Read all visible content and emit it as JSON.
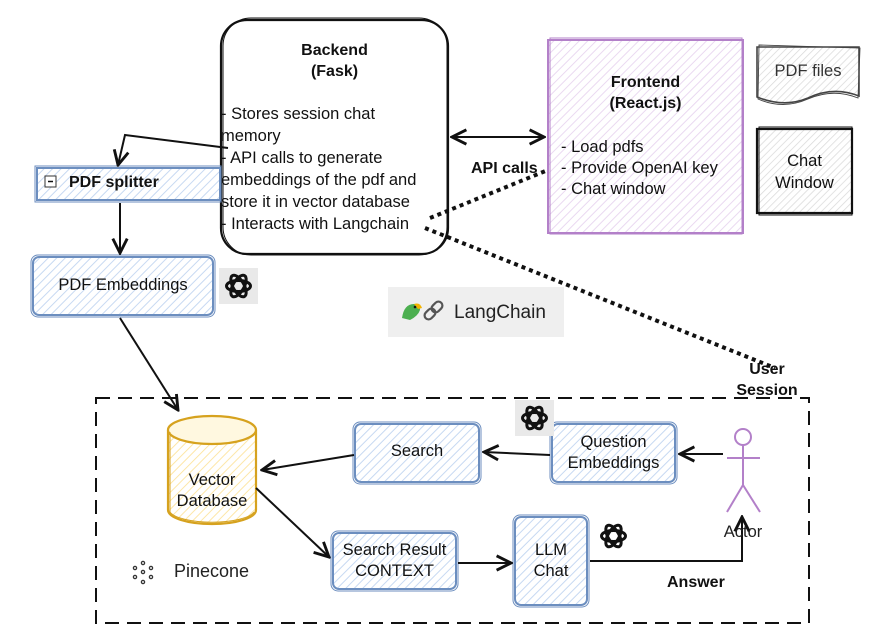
{
  "backend": {
    "title": "Backend",
    "subtitle": "(Fask)",
    "lines": [
      "- Stores session chat",
      "memory",
      "- API calls to generate",
      "embeddings of the pdf and",
      "store it in vector database",
      "- Interacts with Langchain"
    ]
  },
  "frontend": {
    "title": "Frontend",
    "subtitle": "(React.js)",
    "items": [
      "- Load pdfs",
      "- Provide OpenAI key",
      "- Chat window"
    ]
  },
  "pdf_files": "PDF files",
  "chat_window": {
    "line1": "Chat",
    "line2": "Window"
  },
  "api_calls": "API calls",
  "pdf_splitter": {
    "toggle": "−",
    "label": "PDF splitter"
  },
  "pdf_embeddings": "PDF Embeddings",
  "langchain": "LangChain",
  "user_session": {
    "line1": "User",
    "line2": "Session"
  },
  "vector_db": {
    "line1": "Vector",
    "line2": "Database"
  },
  "search": "Search",
  "question_embeddings": {
    "line1": "Question",
    "line2": "Embeddings"
  },
  "actor": "Actor",
  "search_result": {
    "line1": "Search Result",
    "line2": "CONTEXT"
  },
  "llm_chat": {
    "line1": "LLM",
    "line2": "Chat"
  },
  "answer": "Answer",
  "pinecone": "Pinecone",
  "colors": {
    "frontend_border": "#b380c9",
    "box_blue": "#6c8ebf",
    "box_fill": "#dae8fc",
    "db_border": "#d6a21e",
    "db_fill": "#fff2cc"
  }
}
